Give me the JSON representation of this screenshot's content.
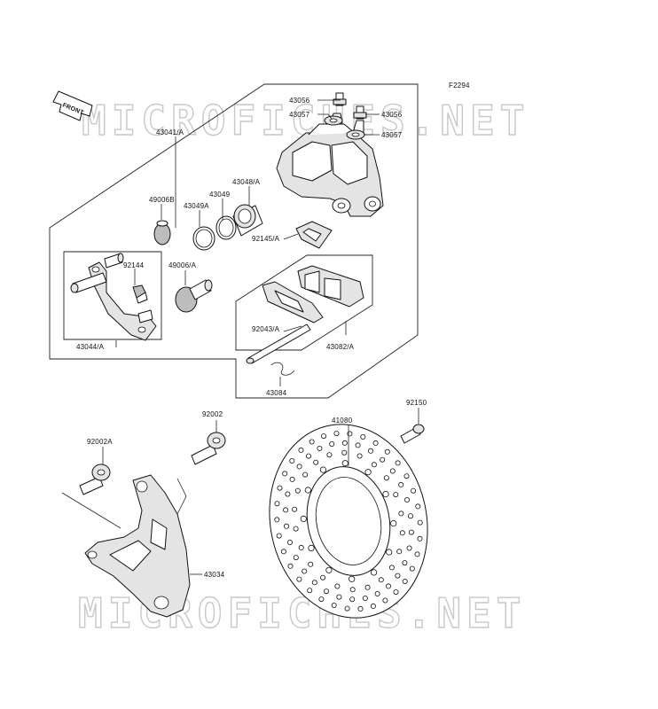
{
  "figure_code": "F2294",
  "front_arrow_label": "FRONT",
  "watermark_text": "MICROFICHES.NET",
  "part_labels": {
    "p43056_a": "43056",
    "p43056_b": "43056",
    "p43057_a": "43057",
    "p43057_b": "43057",
    "p43041A": "43041/A",
    "p43048A": "43048/A",
    "p49006B": "49006B",
    "p43049": "43049",
    "p43049A": "43049A",
    "p92145A": "92145/A",
    "p92144": "92144",
    "p49006A": "49006/A",
    "p92043A": "92043/A",
    "p43082A": "43082/A",
    "p43044A": "43044/A",
    "p43084": "43084",
    "p92002": "92002",
    "p92002A": "92002A",
    "p41080": "41080",
    "p92150": "92150",
    "p43034": "43034"
  }
}
